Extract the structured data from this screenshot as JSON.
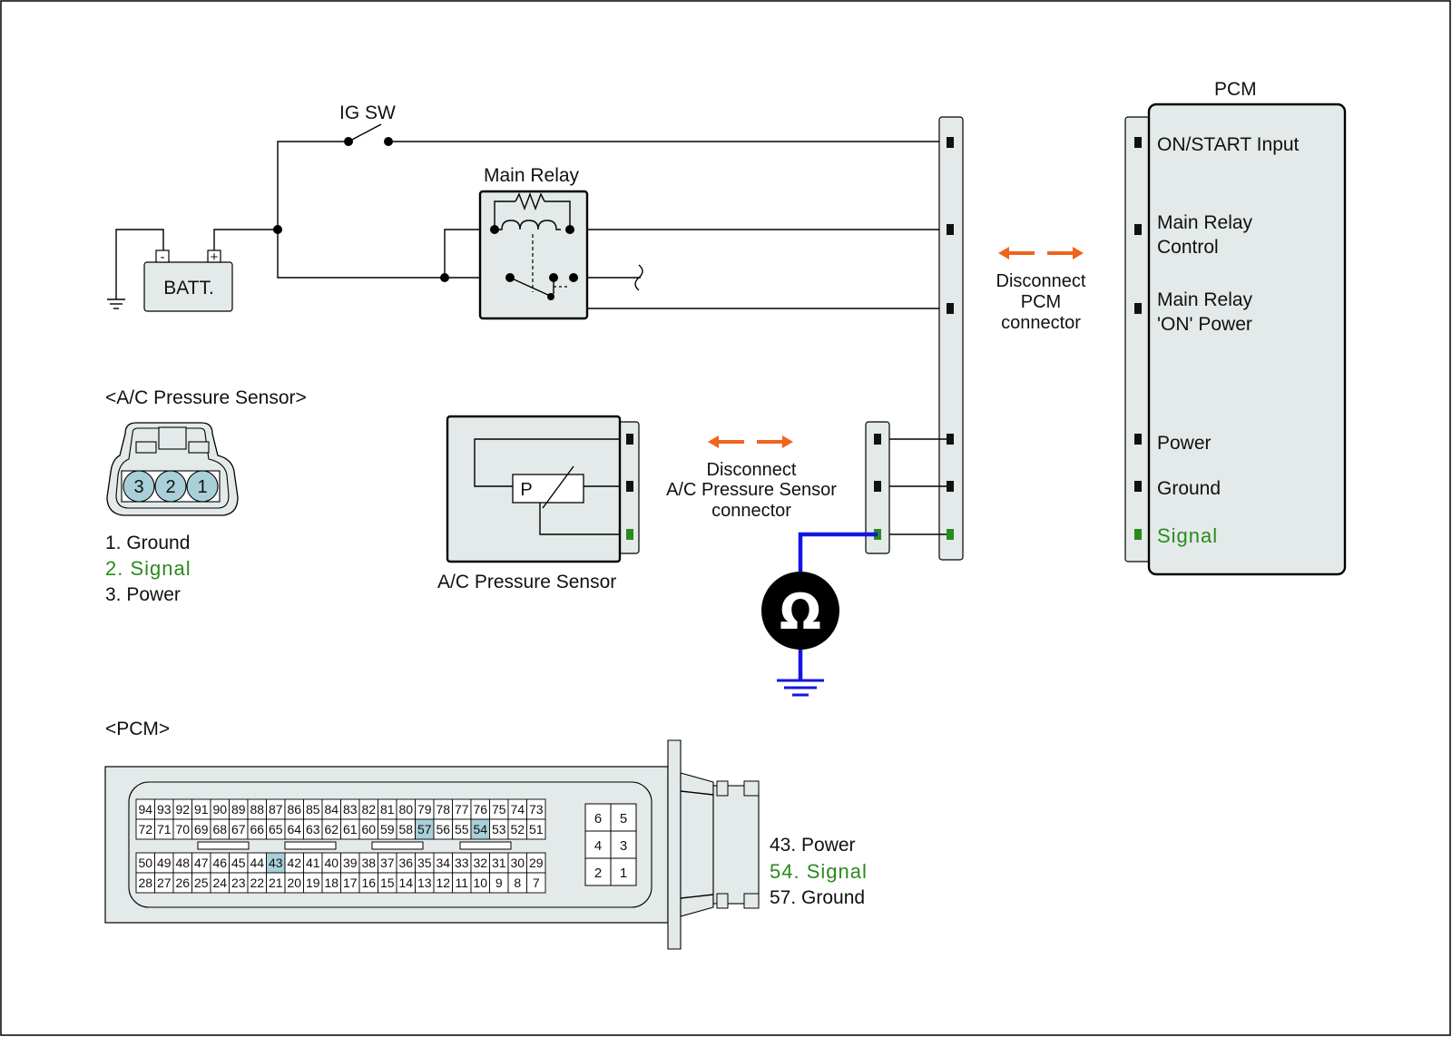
{
  "ig_sw": "IG SW",
  "main_relay": "Main Relay",
  "battery": "BATT.",
  "battery_neg": "-",
  "battery_pos": "+",
  "pcm_title": "PCM",
  "pcm_pins": {
    "on_start": "ON/START Input",
    "main_relay_control_1": "Main Relay",
    "main_relay_control_2": "Control",
    "main_relay_on_1": "Main Relay",
    "main_relay_on_2": "'ON' Power",
    "power": "Power",
    "ground": "Ground",
    "signal": "Signal"
  },
  "disconnect_pcm": [
    "Disconnect",
    "PCM",
    "connector"
  ],
  "disconnect_sensor": [
    "Disconnect",
    "A/C Pressure Sensor",
    "connector"
  ],
  "sensor_section_title": "<A/C Pressure Sensor>",
  "sensor_pin_numbers": [
    "3",
    "2",
    "1"
  ],
  "sensor_pin_list": {
    "ground": "1. Ground",
    "signal": "2. Signal",
    "power": "3. Power"
  },
  "sensor_box_label": "A/C Pressure Sensor",
  "sensor_p": "P",
  "ohm_symbol": "Ω",
  "pcm_section_title": "<PCM>",
  "pcm_connector_rows": [
    [
      "94",
      "93",
      "92",
      "91",
      "90",
      "89",
      "88",
      "87",
      "86",
      "85",
      "84",
      "83",
      "82",
      "81",
      "80",
      "79",
      "78",
      "77",
      "76",
      "75",
      "74",
      "73"
    ],
    [
      "72",
      "71",
      "70",
      "69",
      "68",
      "67",
      "66",
      "65",
      "64",
      "63",
      "62",
      "61",
      "60",
      "59",
      "58",
      "57",
      "56",
      "55",
      "54",
      "53",
      "52",
      "51"
    ],
    [
      "50",
      "49",
      "48",
      "47",
      "46",
      "45",
      "44",
      "43",
      "42",
      "41",
      "40",
      "39",
      "38",
      "37",
      "36",
      "35",
      "34",
      "33",
      "32",
      "31",
      "30",
      "29"
    ],
    [
      "28",
      "27",
      "26",
      "25",
      "24",
      "23",
      "22",
      "21",
      "20",
      "19",
      "18",
      "17",
      "16",
      "15",
      "14",
      "13",
      "12",
      "11",
      "10",
      "9",
      "8",
      "7"
    ]
  ],
  "pcm_connector_small": [
    [
      "6",
      "5"
    ],
    [
      "4",
      "3"
    ],
    [
      "2",
      "1"
    ]
  ],
  "pcm_highlighted": [
    "57",
    "54",
    "43"
  ],
  "pcm_pin_list": {
    "power": "43. Power",
    "signal": "54. Signal",
    "ground": "57. Ground"
  },
  "colors": {
    "signal_green": "#2b8a1e",
    "arrow_orange": "#f0641e",
    "meter_wire_blue": "#1414e6",
    "component_fill": "#e3eae9",
    "pin_highlight": "#a9cfd9"
  }
}
